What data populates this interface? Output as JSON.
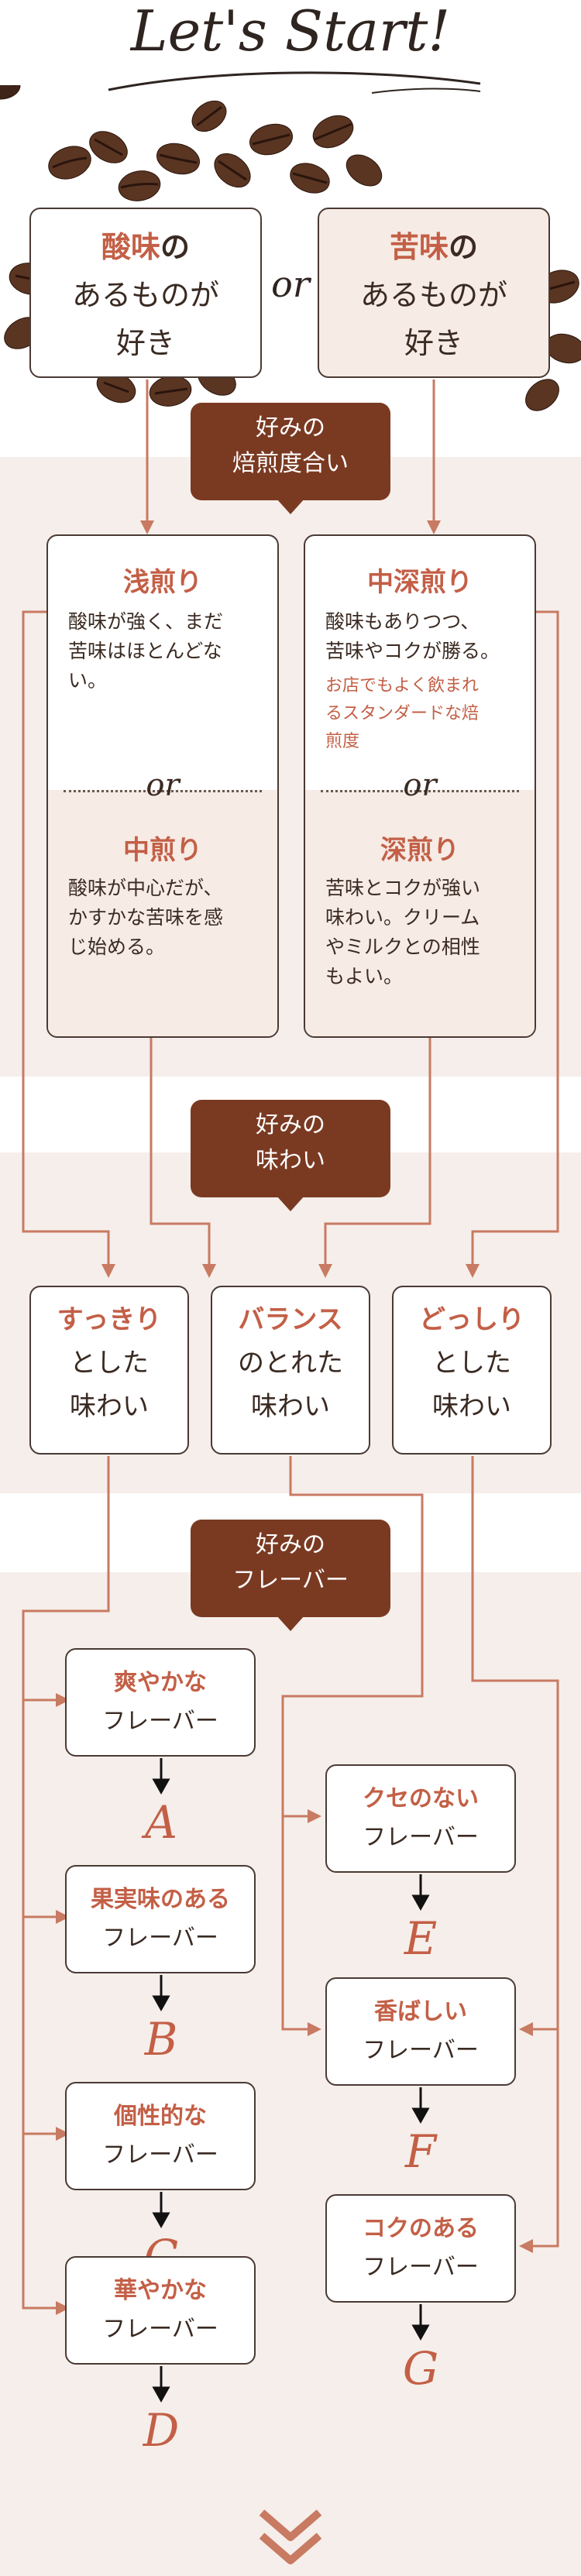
{
  "header": {
    "title": "Let's Start!"
  },
  "start": {
    "left": {
      "highlight": "酸味",
      "line1_rest": "の",
      "line2": "あるものが",
      "line3": "好き"
    },
    "or": "or",
    "right": {
      "highlight": "苦味",
      "line1_rest": "の",
      "line2": "あるものが",
      "line3": "好き"
    }
  },
  "bubbles": {
    "roast": {
      "line1": "好みの",
      "line2": "焙煎度合い"
    },
    "taste": {
      "line1": "好みの",
      "line2": "味わい"
    },
    "flavor": {
      "line1": "好みの",
      "line2": "フレーバー"
    }
  },
  "roasts": {
    "or": "or",
    "left_top": {
      "title": "浅煎り",
      "desc": [
        "酸味が強く、まだ",
        "苦味はほとんどな",
        "い。"
      ]
    },
    "left_bottom": {
      "title": "中煎り",
      "desc": [
        "酸味が中心だが、",
        "かすかな苦味を感",
        "じ始める。"
      ]
    },
    "right_top": {
      "title": "中深煎り",
      "desc": [
        "酸味もありつつ、",
        "苦味やコクが勝る。"
      ],
      "note": [
        "お店でもよく飲まれ",
        "るスタンダードな焙",
        "煎度"
      ]
    },
    "right_bottom": {
      "title": "深煎り",
      "desc": [
        "苦味とコクが強い",
        "味わい。クリーム",
        "やミルクとの相性",
        "もよい。"
      ]
    }
  },
  "tastes": [
    {
      "highlight": "すっきり",
      "line2": "とした",
      "line3": "味わい"
    },
    {
      "highlight": "バランス",
      "line2": "のとれた",
      "line3": "味わい"
    },
    {
      "highlight": "どっしり",
      "line2": "とした",
      "line3": "味わい"
    }
  ],
  "flavors": {
    "left": [
      {
        "name": "爽やかな",
        "sub": "フレーバー",
        "letter": "A"
      },
      {
        "name": "果実味のある",
        "sub": "フレーバー",
        "letter": "B"
      },
      {
        "name": "個性的な",
        "sub": "フレーバー",
        "letter": "C"
      },
      {
        "name": "華やかな",
        "sub": "フレーバー",
        "letter": "D"
      }
    ],
    "right": [
      {
        "name": "クセのない",
        "sub": "フレーバー",
        "letter": "E"
      },
      {
        "name": "香ばしい",
        "sub": "フレーバー",
        "letter": "F"
      },
      {
        "name": "コクのある",
        "sub": "フレーバー",
        "letter": "G"
      }
    ]
  },
  "colors": {
    "accent": "#c35f46",
    "line": "#c87a62",
    "bubble": "#7a3a22",
    "band": "#f6eeea"
  }
}
